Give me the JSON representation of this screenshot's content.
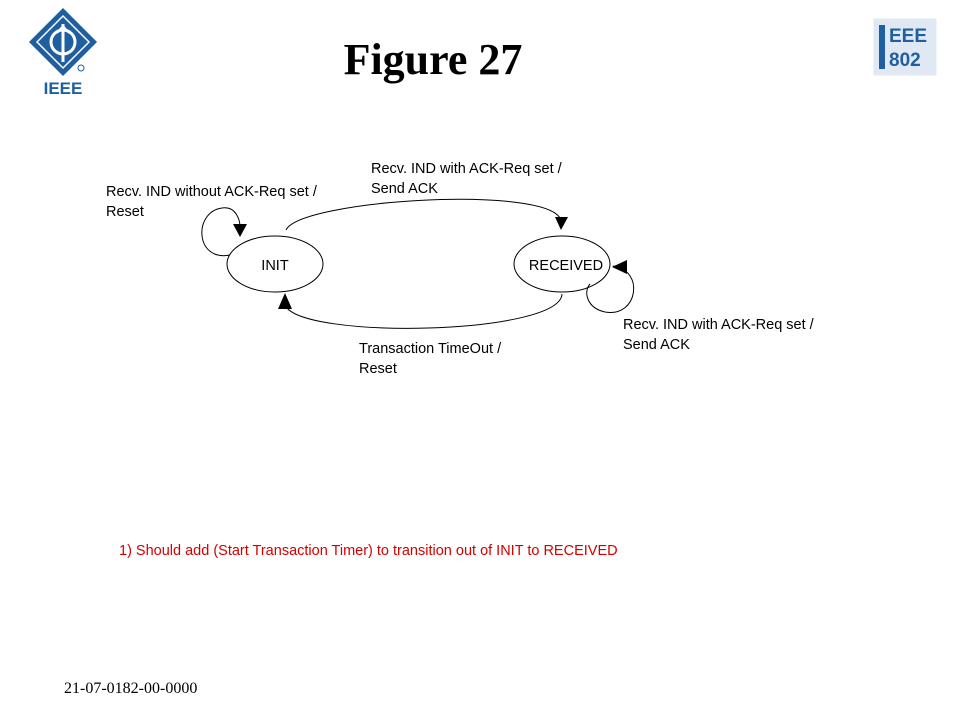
{
  "slide": {
    "title": "Figure 27",
    "footer": "21-07-0182-00-0000",
    "note": "1) Should add (Start Transaction Timer) to transition out of INIT to RECEIVED",
    "note_color": "#d40000"
  },
  "logos": {
    "ieee": {
      "text": "IEEE",
      "color": "#1f5fa0"
    },
    "ieee802": {
      "text_top": "EEE",
      "text_bottom": "802",
      "color": "#1f5fa0"
    }
  },
  "diagram": {
    "states": {
      "init": "INIT",
      "received": "RECEIVED"
    },
    "transitions": {
      "init_self": {
        "line1": "Recv. IND without ACK-Req set /",
        "line2": "Reset"
      },
      "init_to_received": {
        "line1": "Recv. IND with ACK-Req set /",
        "line2": "Send ACK"
      },
      "received_self": {
        "line1": "Recv. IND with ACK-Req set /",
        "line2": "Send ACK"
      },
      "received_to_init": {
        "line1": "Transaction TimeOut /",
        "line2": "Reset"
      }
    }
  }
}
